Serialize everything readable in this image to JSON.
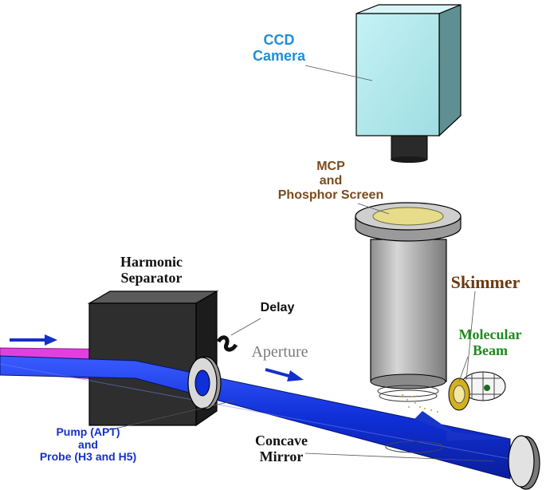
{
  "labels": {
    "ccd_camera": [
      "CCD",
      "Camera"
    ],
    "mcp": [
      "MCP",
      "and",
      "Phosphor Screen"
    ],
    "harmonic_separator": [
      "Harmonic",
      "Separator"
    ],
    "skimmer": "Skimmer",
    "molecular_beam": [
      "Molecular",
      "Beam"
    ],
    "delay": "Delay",
    "aperture": "Aperture",
    "pump_probe": [
      "Pump (APT)",
      "and",
      "Probe (H3 and H5)"
    ],
    "concave_mirror": [
      "Concave",
      "Mirror"
    ]
  },
  "colors": {
    "camera_label": "#1f8fd6",
    "mcp_label": "#7a4a1e",
    "harmonic_label": "#111111",
    "skimmer_label": "#6b3a12",
    "molecular_label": "#1e8a1e",
    "delay_label": "#111111",
    "aperture_label": "#7a7a7a",
    "pump_label": "#1530c8",
    "mirror_label": "#111111",
    "beam": "#0f2fd8",
    "pump_input": "#e040e0",
    "camera_body": "#a8e6ea",
    "separator_box": "#2e2e2e",
    "mcp_cylinder": "#b5b5b5",
    "phosphor": "#e6dc8a"
  }
}
